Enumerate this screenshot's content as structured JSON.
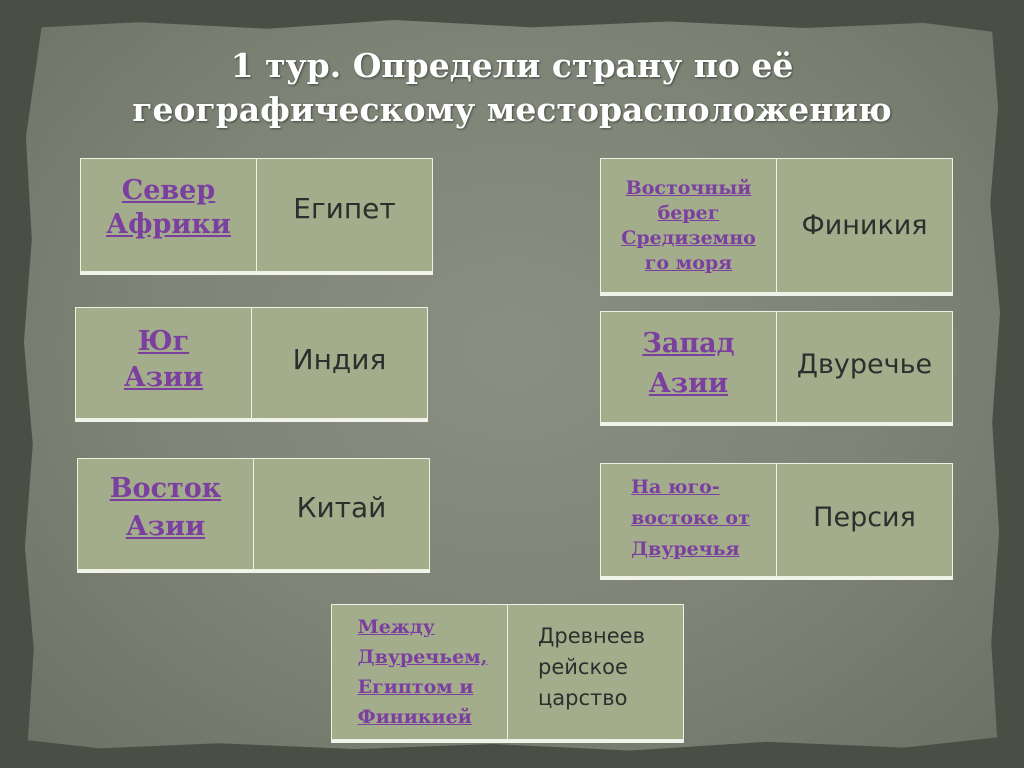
{
  "title": {
    "line1": "1 тур. Определи страну по её",
    "line2": "географическому месторасположению"
  },
  "pairs": [
    {
      "region_lines": [
        "Север",
        "Африки"
      ],
      "country": "Египет"
    },
    {
      "region_lines": [
        "Юг",
        "Азии"
      ],
      "country": "Индия"
    },
    {
      "region_lines": [
        "Восток",
        "Азии"
      ],
      "country": "Китай"
    },
    {
      "region_lines": [
        "Восточный",
        "берег",
        "Средиземно",
        "го моря"
      ],
      "country": "Финикия"
    },
    {
      "region_lines": [
        "Запад",
        "Азии"
      ],
      "country": "Двуречье"
    },
    {
      "region_lines": [
        "На юго-",
        "востоке от",
        "Двуречья"
      ],
      "country": "Персия"
    },
    {
      "region_lines": [
        "Между",
        "Двуречьем,",
        "Египтом и",
        "Финикией"
      ],
      "country_lines": [
        "Древнеев",
        "рейское",
        "царство"
      ]
    }
  ],
  "colors": {
    "region_text": "#7b3fa0",
    "cell_fill": "#a4ad8b",
    "title_text": "#ffffff"
  }
}
